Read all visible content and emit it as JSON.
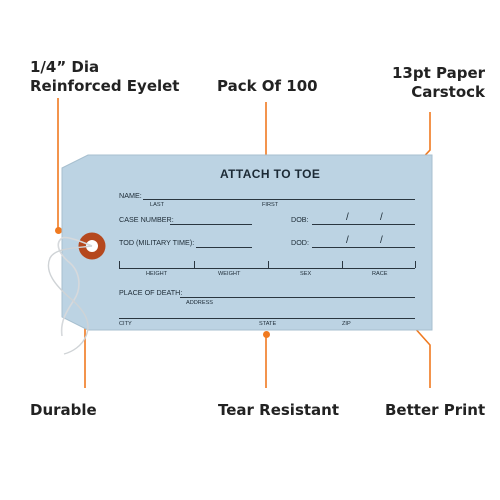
{
  "callouts": {
    "eyelet_line1": "1/4” Dia",
    "eyelet_line2": "Reinforced Eyelet",
    "pack": "Pack Of 100",
    "paper_line1": "13pt Paper",
    "paper_line2": "Carstock",
    "durable": "Durable",
    "tear": "Tear Resistant",
    "print": "Better Print"
  },
  "tag": {
    "title": "ATTACH TO TOE",
    "name_label": "NAME:",
    "last": "LAST",
    "first": "FIRST",
    "case_label": "CASE NUMBER:",
    "dob_label": "DOB:",
    "tod_label": "TOD (MILITARY TIME):",
    "dod_label": "DOD:",
    "slash": "/",
    "height": "HEIGHT",
    "weight": "WEIGHT",
    "sex": "SEX",
    "race": "RACE",
    "place_label": "PLACE OF DEATH:",
    "address": "ADDRESS",
    "city": "CITY",
    "state": "STATE",
    "zip": "ZIP"
  },
  "colors": {
    "accent": "#f07a20",
    "tag_fill": "#bcd3e3",
    "eyelet": "#b5481e"
  }
}
